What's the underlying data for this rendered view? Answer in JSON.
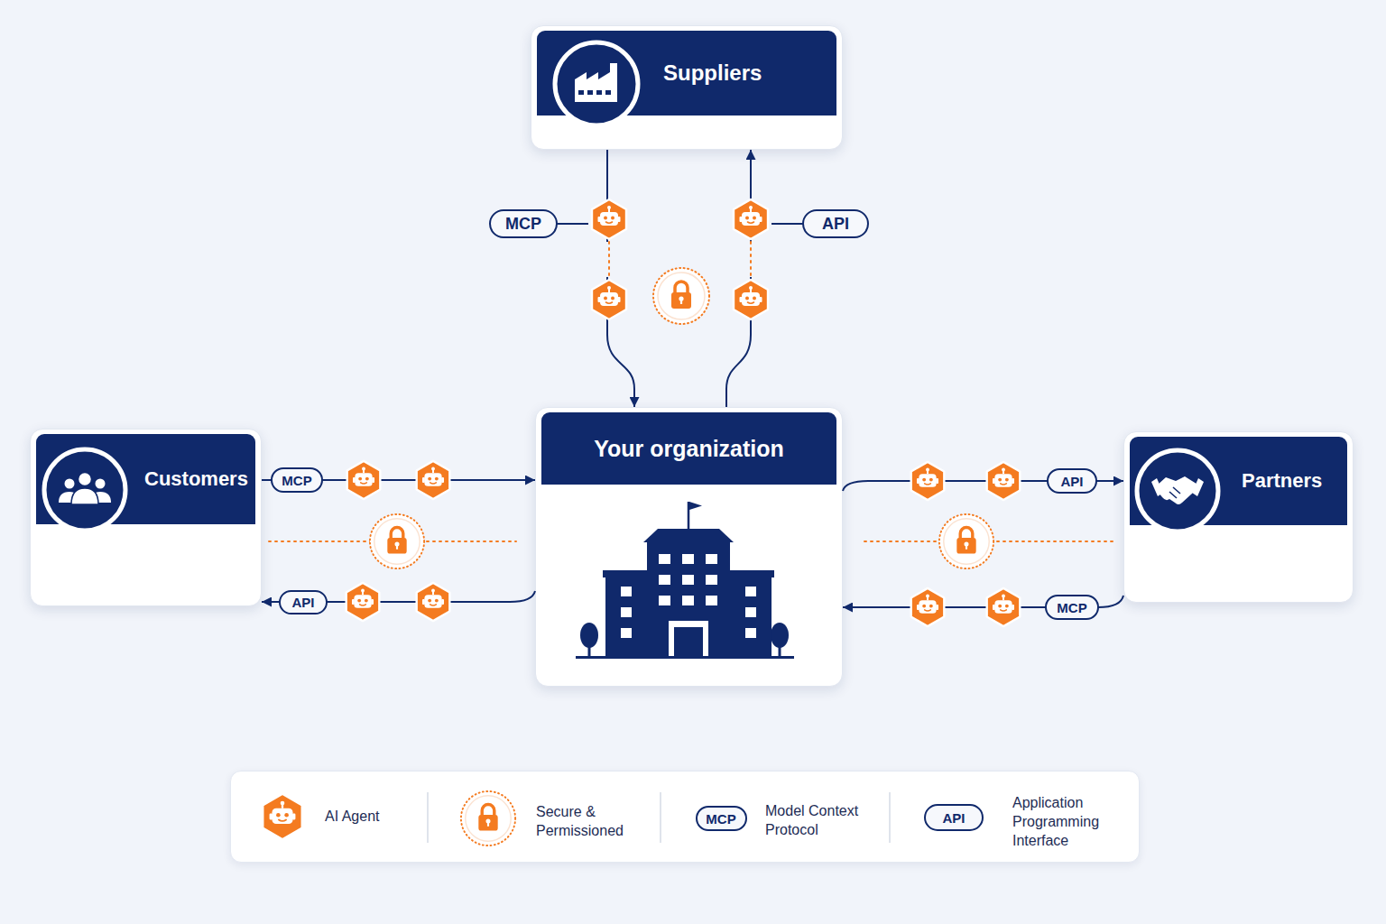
{
  "diagram": {
    "nodes": [
      {
        "text": [
          "Suppliers"
        ]
      },
      {
        "text": [
          "Customers"
        ]
      },
      {
        "text": [
          "Your organization"
        ]
      },
      {
        "text": [
          "Partners"
        ]
      }
    ],
    "edges": [
      {
        "from": 0,
        "to": 2,
        "label": "MCP",
        "arrow": "to"
      },
      {
        "from": 2,
        "to": 0,
        "label": "API",
        "arrow": "to"
      },
      {
        "from": 1,
        "to": 2,
        "label": "MCP",
        "arrow": "to"
      },
      {
        "from": 2,
        "to": 1,
        "label": "API",
        "arrow": "to"
      },
      {
        "from": 2,
        "to": 3,
        "label": "API",
        "arrow": "to"
      },
      {
        "from": 3,
        "to": 2,
        "label": "MCP",
        "arrow": "to"
      }
    ],
    "labels": [
      "MCP",
      "API"
    ],
    "legend": [
      {
        "text": "AI Agent"
      },
      {
        "text": "Secure & Permissioned"
      },
      {
        "text": "Model Context Protocol"
      },
      {
        "text": "Application Programming Interface"
      }
    ]
  }
}
